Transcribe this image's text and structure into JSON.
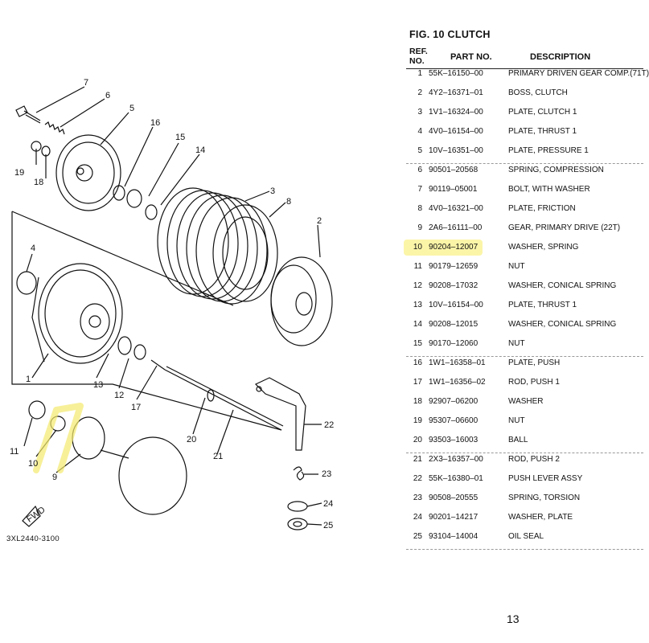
{
  "figure": {
    "title": "FIG.  10   CLUTCH",
    "diagram_code": "3XL2440-3100",
    "fwd_label": "FWD"
  },
  "table": {
    "headers": {
      "ref": "REF.\nNO.",
      "part_no": "PART NO.",
      "description": "DESCRIPTION"
    },
    "rows": [
      {
        "ref": "1",
        "part_no": "55K–16150–00",
        "description": "PRIMARY DRIVEN GEAR COMP.(71T)"
      },
      {
        "ref": "2",
        "part_no": "4Y2–16371–01",
        "description": "BOSS, CLUTCH"
      },
      {
        "ref": "3",
        "part_no": "1V1–16324–00",
        "description": "PLATE, CLUTCH 1"
      },
      {
        "ref": "4",
        "part_no": "4V0–16154–00",
        "description": "PLATE, THRUST 1"
      },
      {
        "ref": "5",
        "part_no": "10V–16351–00",
        "description": "PLATE, PRESSURE 1"
      },
      {
        "ref": "6",
        "part_no": "90501–20568",
        "description": "SPRING, COMPRESSION"
      },
      {
        "ref": "7",
        "part_no": "90119–05001",
        "description": "BOLT, WITH WASHER"
      },
      {
        "ref": "8",
        "part_no": "4V0–16321–00",
        "description": "PLATE, FRICTION"
      },
      {
        "ref": "9",
        "part_no": "2A6–16111–00",
        "description": "GEAR, PRIMARY DRIVE (22T)"
      },
      {
        "ref": "10",
        "part_no": "90204–12007",
        "description": "WASHER, SPRING"
      },
      {
        "ref": "11",
        "part_no": "90179–12659",
        "description": "NUT"
      },
      {
        "ref": "12",
        "part_no": "90208–17032",
        "description": "WASHER, CONICAL SPRING"
      },
      {
        "ref": "13",
        "part_no": "10V–16154–00",
        "description": "PLATE, THRUST 1"
      },
      {
        "ref": "14",
        "part_no": "90208–12015",
        "description": "WASHER, CONICAL SPRING"
      },
      {
        "ref": "15",
        "part_no": "90170–12060",
        "description": "NUT"
      },
      {
        "ref": "16",
        "part_no": "1W1–16358–01",
        "description": "PLATE, PUSH"
      },
      {
        "ref": "17",
        "part_no": "1W1–16356–02",
        "description": "ROD, PUSH 1"
      },
      {
        "ref": "18",
        "part_no": "92907–06200",
        "description": "WASHER"
      },
      {
        "ref": "19",
        "part_no": "95307–06600",
        "description": "NUT"
      },
      {
        "ref": "20",
        "part_no": "93503–16003",
        "description": "BALL"
      },
      {
        "ref": "21",
        "part_no": "2X3–16357–00",
        "description": "ROD, PUSH 2"
      },
      {
        "ref": "22",
        "part_no": "55K–16380–01",
        "description": "PUSH LEVER ASSY"
      },
      {
        "ref": "23",
        "part_no": "90508–20555",
        "description": "SPRING, TORSION"
      },
      {
        "ref": "24",
        "part_no": "90201–14217",
        "description": "WASHER, PLATE"
      },
      {
        "ref": "25",
        "part_no": "93104–14004",
        "description": "OIL SEAL"
      }
    ],
    "highlighted_ref": "10"
  },
  "highlight_color": "#fbf5a8",
  "page_number": "13"
}
